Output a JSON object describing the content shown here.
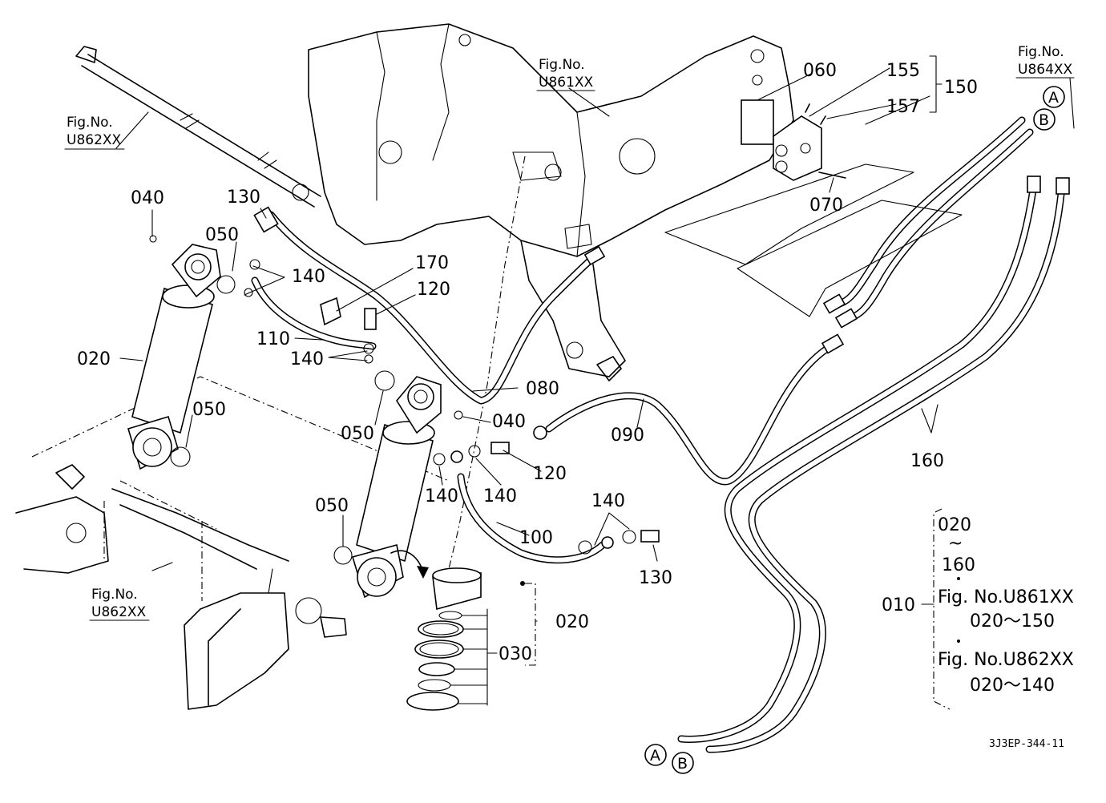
{
  "callouts": [
    {
      "id": "c-040-a",
      "text": "040"
    },
    {
      "id": "c-050-a",
      "text": "050"
    },
    {
      "id": "c-130-a",
      "text": "130"
    },
    {
      "id": "c-140-a",
      "text": "140"
    },
    {
      "id": "c-170",
      "text": "170"
    },
    {
      "id": "c-120-a",
      "text": "120"
    },
    {
      "id": "c-110",
      "text": "110"
    },
    {
      "id": "c-140-b",
      "text": "140"
    },
    {
      "id": "c-020-a",
      "text": "020"
    },
    {
      "id": "c-050-b",
      "text": "050"
    },
    {
      "id": "c-080",
      "text": "080"
    },
    {
      "id": "c-050-c",
      "text": "050"
    },
    {
      "id": "c-040-b",
      "text": "040"
    },
    {
      "id": "c-090",
      "text": "090"
    },
    {
      "id": "c-120-b",
      "text": "120"
    },
    {
      "id": "c-140-c",
      "text": "140"
    },
    {
      "id": "c-140-d",
      "text": "140"
    },
    {
      "id": "c-100",
      "text": "100"
    },
    {
      "id": "c-140-e",
      "text": "140"
    },
    {
      "id": "c-130-b",
      "text": "130"
    },
    {
      "id": "c-050-d",
      "text": "050"
    },
    {
      "id": "c-020-b",
      "text": "020"
    },
    {
      "id": "c-030",
      "text": "030"
    },
    {
      "id": "c-060",
      "text": "060"
    },
    {
      "id": "c-155",
      "text": "155"
    },
    {
      "id": "c-150",
      "text": "150"
    },
    {
      "id": "c-157",
      "text": "157"
    },
    {
      "id": "c-070",
      "text": "070"
    },
    {
      "id": "c-160",
      "text": "160"
    }
  ],
  "figure_refs": [
    {
      "id": "fig-u861",
      "line1": "Fig.No.",
      "line2": "U861XX"
    },
    {
      "id": "fig-u862-top",
      "line1": "Fig.No.",
      "line2": "U862XX"
    },
    {
      "id": "fig-u864",
      "line1": "Fig.No.",
      "line2": "U864XX"
    },
    {
      "id": "fig-u862-bottom",
      "line1": "Fig.No.",
      "line2": "U862XX"
    }
  ],
  "connectors": {
    "a": "A",
    "b": "B"
  },
  "legend": {
    "range_start": "020",
    "tilde": "~",
    "range_end": "160",
    "item_no": "010",
    "ref1": "Fig. No.U861XX",
    "ref1_range": "020～150",
    "ref2": "Fig. No.U862XX",
    "ref2_range": "020～140"
  },
  "drawing_code": "3J3EP-344-11"
}
